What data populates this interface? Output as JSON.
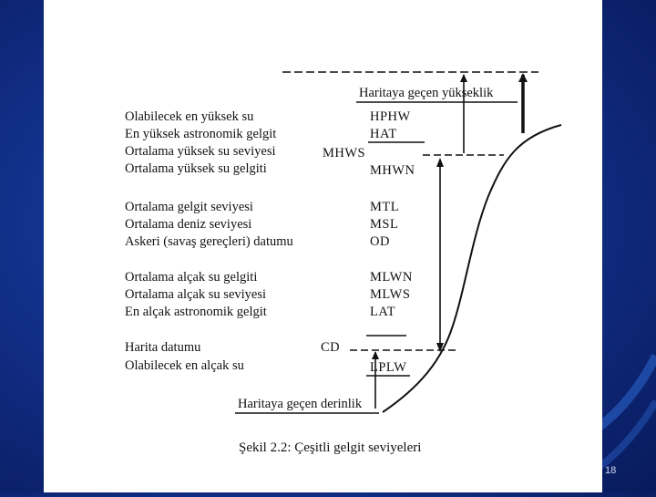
{
  "figure": {
    "top_label": "Haritaya geçen yükseklik",
    "bottom_label": "Haritaya geçen derinlik",
    "caption": "Şekil 2.2: Çeşitli gelgit seviyeleri",
    "levels": [
      {
        "name": "Olabilecek en yüksek su",
        "abbr": "HPHW"
      },
      {
        "name": "En yüksek astronomik gelgit",
        "abbr": "HAT"
      },
      {
        "name": "Ortalama yüksek su seviyesi",
        "abbr": "MHWS"
      },
      {
        "name": "Ortalama yüksek su gelgiti",
        "abbr": "MHWN"
      },
      {
        "name": "Ortalama gelgit seviyesi",
        "abbr": "MTL"
      },
      {
        "name": "Ortalama deniz seviyesi",
        "abbr": "MSL"
      },
      {
        "name": "Askeri (savaş gereçleri) datumu",
        "abbr": "OD"
      },
      {
        "name": "Ortalama alçak su gelgiti",
        "abbr": "MLWN"
      },
      {
        "name": "Ortalama alçak su seviyesi",
        "abbr": "MLWS"
      },
      {
        "name": "En alçak astronomik gelgit",
        "abbr": "LAT"
      },
      {
        "name": "Harita datumu",
        "abbr": "CD"
      },
      {
        "name": "Olabilecek en alçak su",
        "abbr": "LPLW"
      }
    ]
  },
  "slide": {
    "page_number": "18"
  }
}
